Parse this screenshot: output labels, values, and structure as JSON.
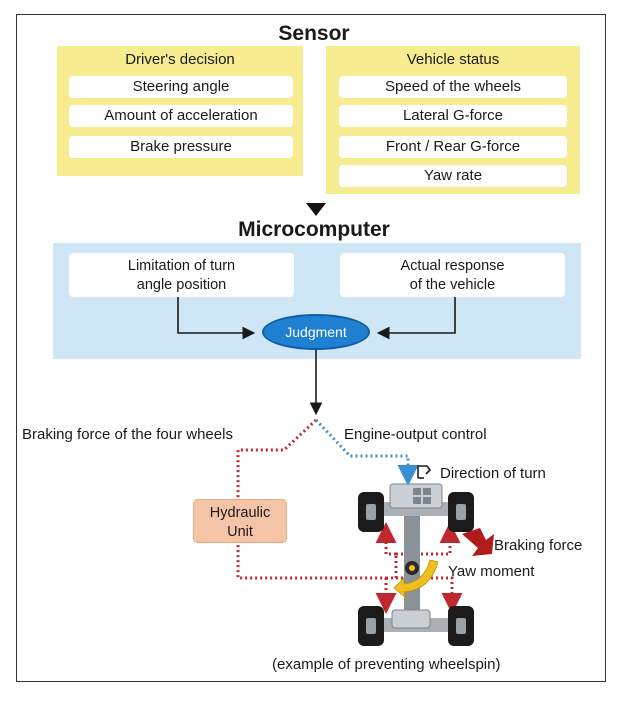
{
  "sensor": {
    "title": "Sensor",
    "drivers_decision": {
      "heading": "Driver's decision",
      "items": [
        "Steering angle",
        "Amount of acceleration",
        "Brake pressure"
      ]
    },
    "vehicle_status": {
      "heading": "Vehicle status",
      "items": [
        "Speed of the wheels",
        "Lateral G-force",
        "Front / Rear G-force",
        "Yaw rate"
      ]
    }
  },
  "microcomputer": {
    "title": "Microcomputer",
    "left_box": "Limitation of turn\nangle position",
    "right_box": "Actual response\nof the vehicle",
    "judgment": "Judgment"
  },
  "outputs": {
    "braking_label": "Braking force of the four wheels",
    "engine_label": "Engine-output control",
    "hydraulic_unit": "Hydraulic\nUnit",
    "direction_of_turn": "Direction of turn",
    "braking_force": "Braking force",
    "yaw_moment": "Yaw moment",
    "caption": "(example of preventing wheelspin)"
  },
  "colors": {
    "yellow_panel": "#f7ec8f",
    "blue_panel": "#cfe6f6",
    "judgment_fill": "#1f7fd0",
    "hydraulic_fill": "#f5c4a6",
    "brake_line": "#c0282d",
    "engine_line": "#3a8fd0",
    "arrow_red": "#b01c1c",
    "yaw_arrow": "#f0c020"
  }
}
